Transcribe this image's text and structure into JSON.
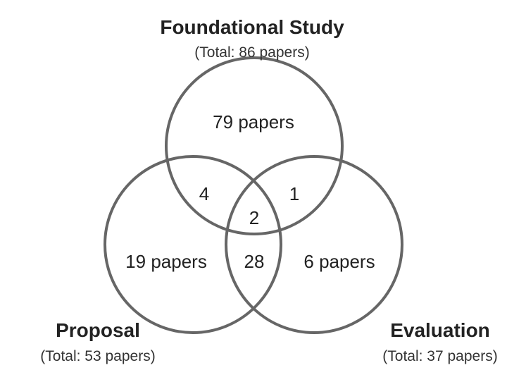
{
  "sets": {
    "foundational": {
      "title": "Foundational Study",
      "subtitle": "(Total: 86 papers)",
      "only_label": "79 papers"
    },
    "proposal": {
      "title": "Proposal",
      "subtitle": "(Total: 53 papers)",
      "only_label": "19 papers"
    },
    "evaluation": {
      "title": "Evaluation",
      "subtitle": "(Total: 37 papers)",
      "only_label": "6 papers"
    }
  },
  "intersections": {
    "foundational_proposal": "4",
    "foundational_evaluation": "1",
    "proposal_evaluation": "28",
    "all_three": "2"
  },
  "colors": {
    "circle_stroke": "#666666",
    "text": "#222222"
  }
}
